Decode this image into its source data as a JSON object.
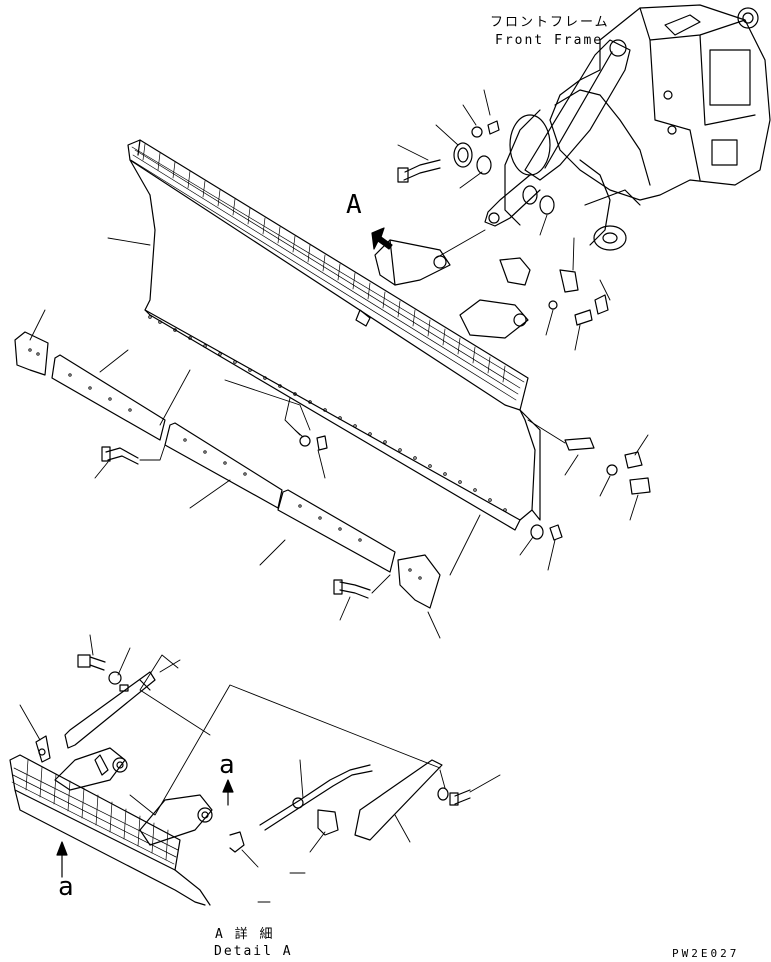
{
  "labels": {
    "frame_jp": "フロントフレーム",
    "frame_en": "Front Frame",
    "view_marker": "A",
    "detail_jp": "A 詳 細",
    "detail_en": "Detail A",
    "section_a_upper": "a",
    "section_a_lower": "a",
    "drawing_code": "PW2E027"
  }
}
